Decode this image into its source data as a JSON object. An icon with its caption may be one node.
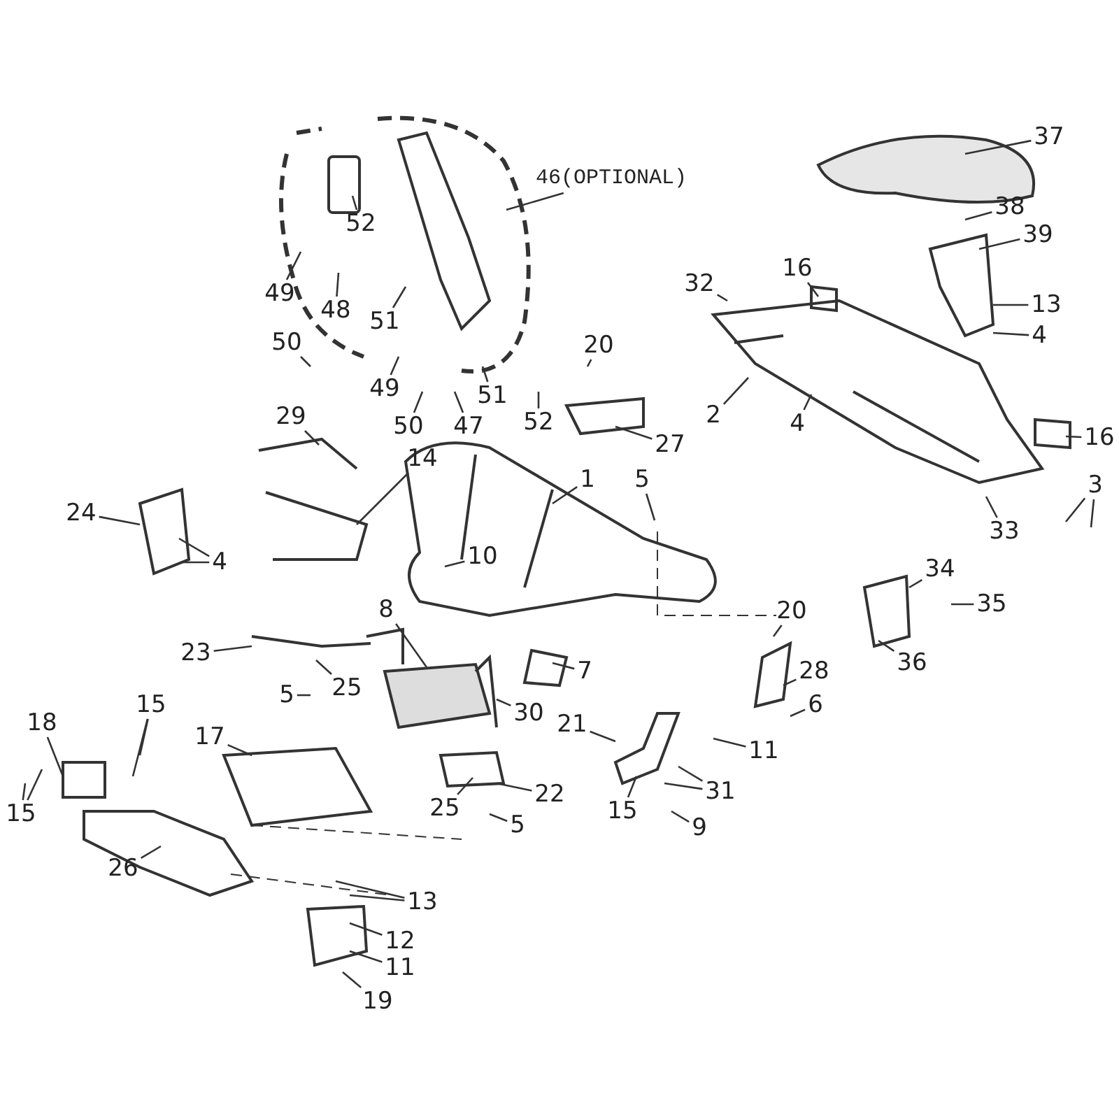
{
  "diagram": {
    "nodes": [
      {
        "text": [
          "46(OPTIONAL)"
        ]
      },
      {
        "text": [
          "52"
        ]
      },
      {
        "text": [
          "49"
        ]
      },
      {
        "text": [
          "48"
        ]
      },
      {
        "text": [
          "50"
        ]
      },
      {
        "text": [
          "51"
        ]
      },
      {
        "text": [
          "49"
        ]
      },
      {
        "text": [
          "50"
        ]
      },
      {
        "text": [
          "47"
        ]
      },
      {
        "text": [
          "51"
        ]
      },
      {
        "text": [
          "52"
        ]
      },
      {
        "text": [
          "37"
        ]
      },
      {
        "text": [
          "38"
        ]
      },
      {
        "text": [
          "39"
        ]
      },
      {
        "text": [
          "13"
        ]
      },
      {
        "text": [
          "4"
        ]
      },
      {
        "text": [
          "16"
        ]
      },
      {
        "text": [
          "32"
        ]
      },
      {
        "text": [
          "2"
        ]
      },
      {
        "text": [
          "4"
        ]
      },
      {
        "text": [
          "20"
        ]
      },
      {
        "text": [
          "27"
        ]
      },
      {
        "text": [
          "16"
        ]
      },
      {
        "text": [
          "3"
        ]
      },
      {
        "text": [
          "33"
        ]
      },
      {
        "text": [
          "29"
        ]
      },
      {
        "text": [
          "14"
        ]
      },
      {
        "text": [
          "1"
        ]
      },
      {
        "text": [
          "5"
        ]
      },
      {
        "text": [
          "24"
        ]
      },
      {
        "text": [
          "4"
        ]
      },
      {
        "text": [
          "10"
        ]
      },
      {
        "text": [
          "34"
        ]
      },
      {
        "text": [
          "35"
        ]
      },
      {
        "text": [
          "36"
        ]
      },
      {
        "text": [
          "20"
        ]
      },
      {
        "text": [
          "28"
        ]
      },
      {
        "text": [
          "6"
        ]
      },
      {
        "text": [
          "8"
        ]
      },
      {
        "text": [
          "7"
        ]
      },
      {
        "text": [
          "23"
        ]
      },
      {
        "text": [
          "25"
        ]
      },
      {
        "text": [
          "5"
        ]
      },
      {
        "text": [
          "30"
        ]
      },
      {
        "text": [
          "11"
        ]
      },
      {
        "text": [
          "21"
        ]
      },
      {
        "text": [
          "31"
        ]
      },
      {
        "text": [
          "15"
        ]
      },
      {
        "text": [
          "9"
        ]
      },
      {
        "text": [
          "18"
        ]
      },
      {
        "text": [
          "15"
        ]
      },
      {
        "text": [
          "17"
        ]
      },
      {
        "text": [
          "15"
        ]
      },
      {
        "text": [
          "22"
        ]
      },
      {
        "text": [
          "25"
        ]
      },
      {
        "text": [
          "5"
        ]
      },
      {
        "text": [
          "26"
        ]
      },
      {
        "text": [
          "13"
        ]
      },
      {
        "text": [
          "12"
        ]
      },
      {
        "text": [
          "11"
        ]
      },
      {
        "text": [
          "19"
        ]
      }
    ],
    "edges": [
      {
        "from": 0,
        "to": null,
        "arrow": "none"
      },
      {
        "from": 1,
        "to": null,
        "arrow": "none"
      },
      {
        "from": 2,
        "to": null,
        "arrow": "none"
      },
      {
        "from": 3,
        "to": null,
        "arrow": "none"
      },
      {
        "from": 4,
        "to": null,
        "arrow": "none"
      },
      {
        "from": 5,
        "to": null,
        "arrow": "none"
      },
      {
        "from": 6,
        "to": null,
        "arrow": "none"
      },
      {
        "from": 7,
        "to": null,
        "arrow": "none"
      },
      {
        "from": 8,
        "to": null,
        "arrow": "none"
      },
      {
        "from": 9,
        "to": null,
        "arrow": "none"
      },
      {
        "from": 10,
        "to": null,
        "arrow": "none"
      },
      {
        "from": 11,
        "to": null,
        "arrow": "none"
      },
      {
        "from": 12,
        "to": null,
        "arrow": "none"
      },
      {
        "from": 13,
        "to": null,
        "arrow": "none"
      },
      {
        "from": 14,
        "to": null,
        "arrow": "none"
      },
      {
        "from": 15,
        "to": null,
        "arrow": "none"
      },
      {
        "from": 16,
        "to": null,
        "arrow": "none"
      },
      {
        "from": 17,
        "to": null,
        "arrow": "none"
      },
      {
        "from": 18,
        "to": null,
        "arrow": "none"
      },
      {
        "from": 19,
        "to": null,
        "arrow": "none"
      },
      {
        "from": 20,
        "to": null,
        "arrow": "none"
      },
      {
        "from": 21,
        "to": null,
        "arrow": "none"
      },
      {
        "from": 22,
        "to": null,
        "arrow": "none"
      },
      {
        "from": 23,
        "to": null,
        "arrow": "none"
      },
      {
        "from": 23,
        "to": null,
        "arrow": "none"
      },
      {
        "from": 24,
        "to": null,
        "arrow": "none"
      },
      {
        "from": 25,
        "to": null,
        "arrow": "none"
      },
      {
        "from": 26,
        "to": null,
        "arrow": "none"
      },
      {
        "from": 27,
        "to": null,
        "arrow": "none"
      },
      {
        "from": 28,
        "to": null,
        "arrow": "none"
      },
      {
        "from": 29,
        "to": null,
        "arrow": "none"
      },
      {
        "from": 30,
        "to": null,
        "arrow": "none"
      },
      {
        "from": 30,
        "to": null,
        "arrow": "none"
      },
      {
        "from": 31,
        "to": null,
        "arrow": "none"
      },
      {
        "from": 32,
        "to": null,
        "arrow": "none"
      },
      {
        "from": 33,
        "to": null,
        "arrow": "none"
      },
      {
        "from": 34,
        "to": null,
        "arrow": "none"
      },
      {
        "from": 35,
        "to": null,
        "arrow": "none"
      },
      {
        "from": 36,
        "to": null,
        "arrow": "none"
      },
      {
        "from": 37,
        "to": null,
        "arrow": "none"
      },
      {
        "from": 38,
        "to": null,
        "arrow": "none"
      },
      {
        "from": 39,
        "to": null,
        "arrow": "none"
      },
      {
        "from": 40,
        "to": null,
        "arrow": "none"
      },
      {
        "from": 41,
        "to": null,
        "arrow": "none"
      },
      {
        "from": 42,
        "to": null,
        "arrow": "none"
      },
      {
        "from": 43,
        "to": null,
        "arrow": "none"
      },
      {
        "from": 44,
        "to": null,
        "arrow": "none"
      },
      {
        "from": 45,
        "to": null,
        "arrow": "none"
      },
      {
        "from": 46,
        "to": null,
        "arrow": "none"
      },
      {
        "from": 46,
        "to": null,
        "arrow": "none"
      },
      {
        "from": 47,
        "to": null,
        "arrow": "none"
      },
      {
        "from": 48,
        "to": null,
        "arrow": "none"
      },
      {
        "from": 49,
        "to": null,
        "arrow": "none"
      },
      {
        "from": 50,
        "to": null,
        "arrow": "none"
      },
      {
        "from": 50,
        "to": null,
        "arrow": "none"
      },
      {
        "from": 51,
        "to": null,
        "arrow": "none"
      },
      {
        "from": 52,
        "to": null,
        "arrow": "none"
      },
      {
        "from": 52,
        "to": null,
        "arrow": "none"
      },
      {
        "from": 53,
        "to": null,
        "arrow": "none"
      },
      {
        "from": 54,
        "to": null,
        "arrow": "none"
      },
      {
        "from": 55,
        "to": null,
        "arrow": "none"
      },
      {
        "from": 56,
        "to": null,
        "arrow": "none"
      },
      {
        "from": 57,
        "to": null,
        "arrow": "none"
      },
      {
        "from": 57,
        "to": null,
        "arrow": "none"
      },
      {
        "from": 58,
        "to": null,
        "arrow": "none"
      },
      {
        "from": 59,
        "to": null,
        "arrow": "none"
      },
      {
        "from": 60,
        "to": null,
        "arrow": "none"
      }
    ]
  }
}
